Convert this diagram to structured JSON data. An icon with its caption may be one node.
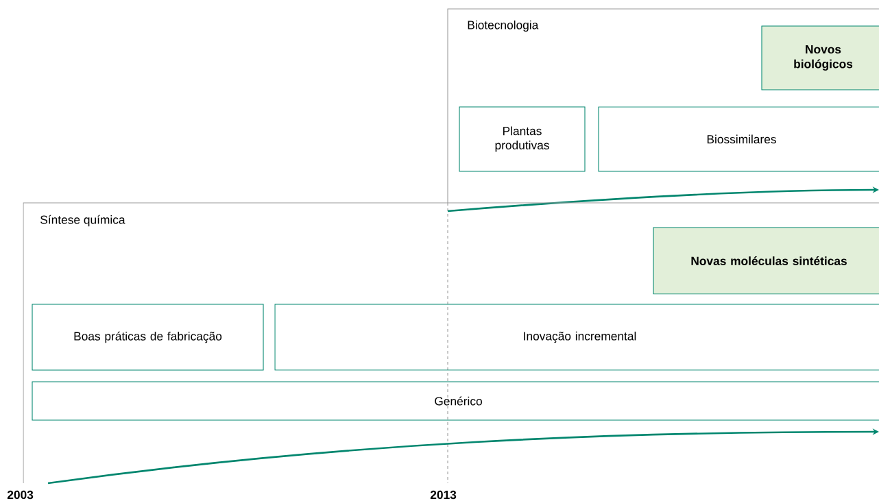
{
  "diagram": {
    "nodes": [
      {
        "text": [
          "Biotecnologia"
        ]
      },
      {
        "text": [
          "Novos biológicos"
        ],
        "in": 0
      },
      {
        "text": [
          "Plantas produtivas"
        ],
        "in": 0
      },
      {
        "text": [
          "Biossimilares"
        ],
        "in": 0
      },
      {
        "text": [
          "Síntese química"
        ]
      },
      {
        "text": [
          "Novas moléculas sintéticas"
        ],
        "in": 4
      },
      {
        "text": [
          "Boas práticas de fabricação"
        ],
        "in": 4
      },
      {
        "text": [
          "Inovação incremental"
        ],
        "in": 4
      },
      {
        "text": [
          "Genérico"
        ],
        "in": 4
      }
    ],
    "labels": [
      "2003",
      "2013"
    ]
  }
}
